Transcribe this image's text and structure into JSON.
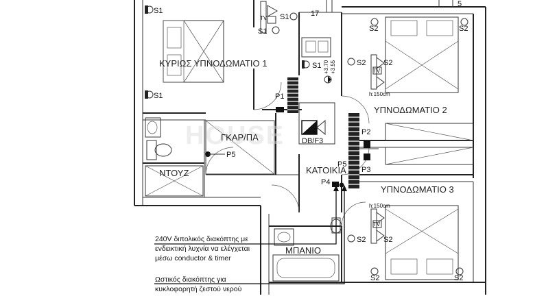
{
  "rooms": {
    "master_bedroom": "ΚΥΡΙΩΣ ΥΠΝΟΔΩΜΑΤΙΟ 1",
    "bedroom2": "ΥΠΝΟΔΩΜΑΤΙΟ 2",
    "bedroom3": "ΥΠΝΟΔΩΜΑΤΙΟ 3",
    "wardrobe": "ΓΚΑΡ/ΠΑ",
    "shower": "ΝΤΟΥΖ",
    "bathroom": "ΜΠΑΝΙΟ",
    "landing": "ΚΑΤΟΙΚΙΑ"
  },
  "labels": {
    "s1": "S1",
    "s2": "S2",
    "p1": "P1",
    "p2": "P2",
    "p3": "P3",
    "p4": "P4",
    "p5": "P5",
    "p5b": "P5",
    "db": "DB/F3",
    "tv": "TV",
    "h150": "h:150cm",
    "n17": "17",
    "n5": "5",
    "lev1": "+3.70",
    "lev2": "+3.55"
  },
  "notes": {
    "note1_line1": "240V διπολικός διακόπτης με",
    "note1_line2": "ενδεικτική λυχνία να ελέγχεται",
    "note1_line3": "μέσω conductor & timer",
    "note2_line1": "Ωστικός διακόπτης για",
    "note2_line2": "κυκλοφορητή ζεστού νερού"
  }
}
